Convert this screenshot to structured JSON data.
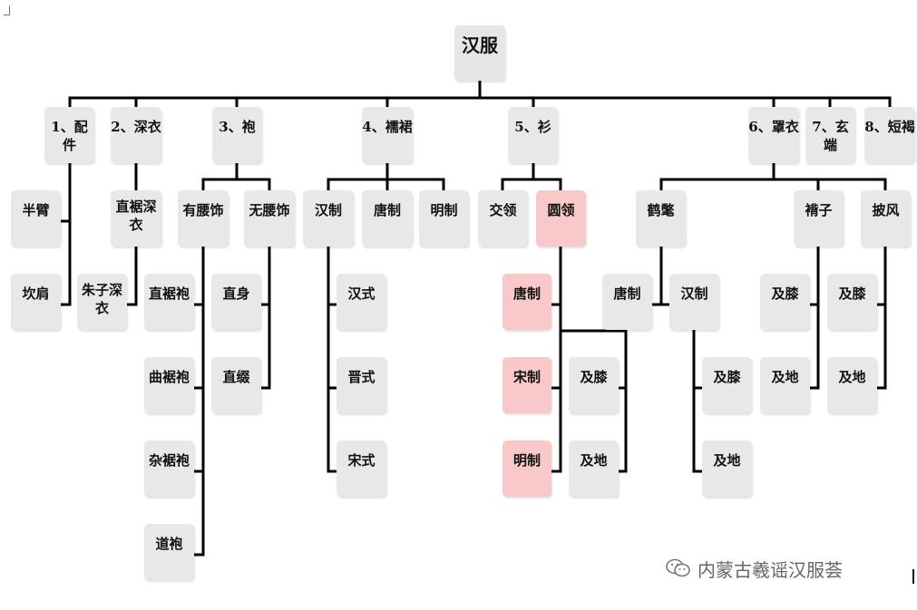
{
  "root": "汉服",
  "nodes": {
    "peijian": "1、配件",
    "shenyi": "2、深衣",
    "pao": "3、袍",
    "ruqun": "4、襦裙",
    "shan": "5、衫",
    "zhaoyi": "6、罩衣",
    "xuanduan": "7、玄端",
    "duanhe": "8、短褐",
    "banbi": "半臂",
    "kanjian": "坎肩",
    "zhijushenyi": "直裾深衣",
    "zhuzishenyi": "朱子深衣",
    "youyaoshi": "有腰饰",
    "wuyaoshi": "无腰饰",
    "zhijupao": "直裾袍",
    "qujupao": "曲裾袍",
    "zajupao": "杂裾袍",
    "daopao": "道袍",
    "zhishen": "直身",
    "zhiduo": "直缀",
    "ruqun_han": "汉制",
    "ruqun_tang": "唐制",
    "ruqun_ming": "明制",
    "hanshi": "汉式",
    "jinshi": "晋式",
    "songshi": "宋式",
    "jiaoling": "交领",
    "yuanling": "圆领",
    "yl_tang": "唐制",
    "yl_song": "宋制",
    "yl_ming": "明制",
    "jiaoling_jixi": "及膝",
    "jiaoling_jidi": "及地",
    "hechang": "鹤氅",
    "hc_tang": "唐制",
    "hc_han": "汉制",
    "hc_han_jixi": "及膝",
    "hc_han_jidi": "及地",
    "beizi": "褙子",
    "beizi_jixi": "及膝",
    "beizi_jidi": "及地",
    "pifeng": "披风",
    "pifeng_jixi": "及膝",
    "pifeng_jidi": "及地"
  },
  "watermark": "内蒙古羲谣汉服荟",
  "colors": {
    "node_fill": "#e8e8e8",
    "highlight_fill": "#f9c9ca",
    "line": "#000000",
    "watermark": "#666666"
  }
}
